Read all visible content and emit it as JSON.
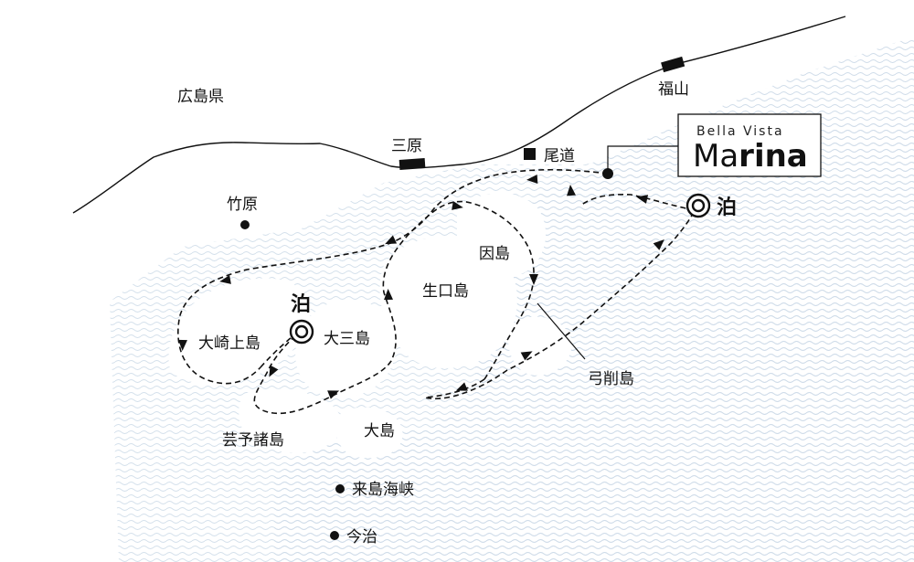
{
  "labels": {
    "prefecture": "広島県",
    "fukuyama": "福山",
    "mihara": "三原",
    "onomichi": "尾道",
    "takehara": "竹原",
    "innoshima": "因島",
    "ikuchijima": "生口島",
    "osakikamijima": "大崎上島",
    "omishima": "大三島",
    "yugeshima": "弓削島",
    "geiyo": "芸予諸島",
    "oshima": "大島",
    "kurushima": "来島海峡",
    "imabari": "今治"
  },
  "stays": {
    "stay_east": "泊",
    "stay_west": "泊"
  },
  "brand": {
    "line1": "Bella Vista",
    "line2_a": "Ma",
    "line2_b": "rina"
  },
  "colors": {
    "sea_wave": "#d6e2ee",
    "land": "#ffffff",
    "ink": "#111111"
  }
}
